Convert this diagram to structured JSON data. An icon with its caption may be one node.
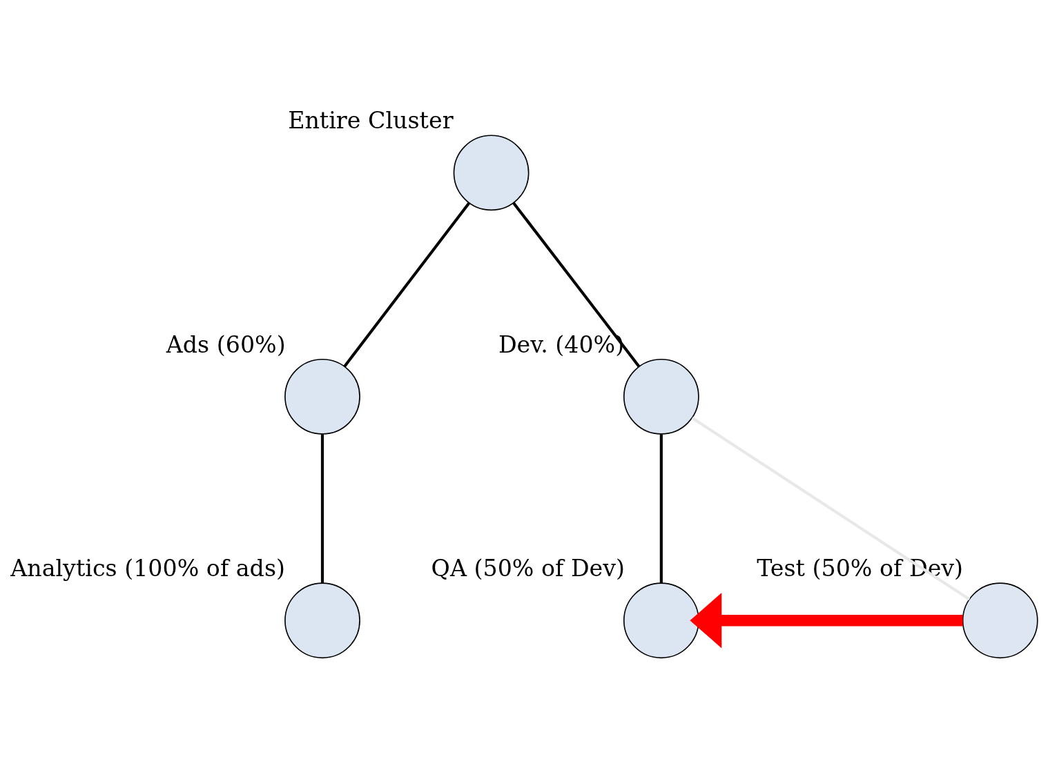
{
  "diagram": {
    "nodes": [
      {
        "text": [],
        "shape": "circle",
        "beside": [
          "Entire Cluster"
        ]
      },
      {
        "text": [],
        "shape": "circle",
        "beside": [
          "Ads (60%)"
        ]
      },
      {
        "text": [],
        "shape": "circle",
        "beside": [
          "Dev. (40%)"
        ]
      },
      {
        "text": [],
        "shape": "circle",
        "beside": [
          "Analytics (100% of ads)"
        ]
      },
      {
        "text": [],
        "shape": "circle",
        "beside": [
          "QA (50% of Dev)"
        ]
      },
      {
        "text": [],
        "shape": "circle",
        "beside": [
          "Test (50% of Dev)"
        ]
      }
    ],
    "edges": [
      {
        "from": 0,
        "to": 1,
        "arrow": "none"
      },
      {
        "from": 0,
        "to": 2,
        "arrow": "none"
      },
      {
        "from": 1,
        "to": 3,
        "arrow": "none"
      },
      {
        "from": 2,
        "to": 4,
        "arrow": "none"
      },
      {
        "from": 2,
        "to": 5,
        "arrow": "none",
        "color": "#e8e8e8"
      },
      {
        "from": 5,
        "to": 4,
        "arrow": "to",
        "style": "thick",
        "color": "#ff0000"
      }
    ]
  }
}
